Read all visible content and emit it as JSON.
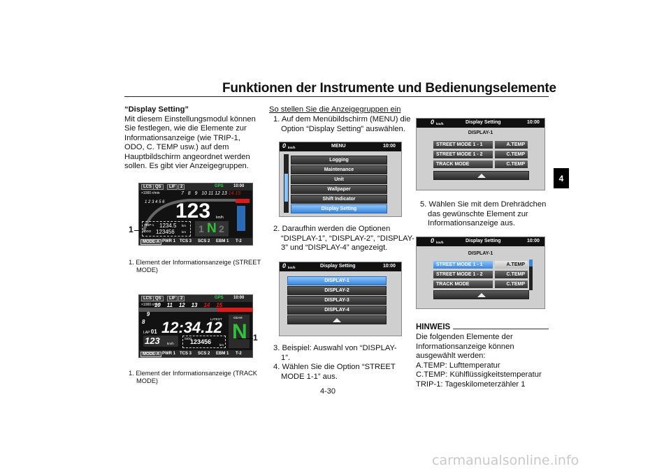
{
  "header": {
    "title": "Funktionen der Instrumente und Bedienungselemente",
    "chapter": "4",
    "page": "4-30"
  },
  "col1": {
    "section_title": "“Display Setting”",
    "paragraph": "Mit diesem Einstellungsmodul können Sie festlegen, wie die Elemente zur Informationsanzeige (wie TRIP-1, ODO, C. TEMP usw.) auf dem Hauptbildschirm angeordnet werden sollen. Es gibt vier Anzeigegruppen.",
    "caption1": "1. Element der Informationsanzeige (STREET MODE)",
    "caption2": "1. Element der Informationsanzeige (TRACK MODE)"
  },
  "col2": {
    "heading": "So stellen Sie die Anzeigegruppen ein",
    "step1": "1. Auf dem Menübildschirm (MENU) die Option “Display Setting” auswählen.",
    "step2": "2. Daraufhin werden die Optionen “DISPLAY-1”, “DISPLAY-2”, “DISPLAY-3” und “DISPLAY-4” angezeigt.",
    "step3": "3. Beispiel: Auswahl von “DISPLAY-1”.",
    "step4": "4. Wählen Sie die Option “STREET MODE 1-1” aus."
  },
  "col3": {
    "step5": "5. Wählen Sie mit dem Drehrädchen das gewünschte Element zur Informationsanzeige aus.",
    "hinweis_title": "HINWEIS",
    "hinweis_lines": [
      "Die folgenden Elemente der Informationsanzeige können ausgewählt werden:",
      "A.TEMP: Lufttemperatur",
      "C.TEMP: Kühlflüssigkeitstemperatur",
      "TRIP-1: Tageskilometerzähler 1"
    ]
  },
  "dash_street": {
    "top": [
      "LCS",
      "QS",
      "LIF",
      "2",
      "GPS",
      "10:00"
    ],
    "rpm_label": "×1000 r/min",
    "ticks": [
      "1",
      "2",
      "3",
      "4",
      "5",
      "6",
      "7",
      "8",
      "9",
      "10",
      "11",
      "12",
      "13",
      "14",
      "15"
    ],
    "speed": "123",
    "speed_unit": "km/h",
    "trip_label": "TRIP-1",
    "trip_value": "1234.5",
    "trip_unit": "km",
    "odo_label": "ODO",
    "odo_value": "123456",
    "odo_unit": "km",
    "gear": "N",
    "gear_left": "1",
    "gear_right": "2",
    "callout": "1",
    "bottom": [
      "MODE-A",
      "PWR 1",
      "TCS 3",
      "SCS 2",
      "EBM 1",
      "T-2"
    ]
  },
  "dash_track": {
    "top": [
      "LCS",
      "QS",
      "LIF",
      "2",
      "GPS",
      "10:00"
    ],
    "rpm_label": "×1000 r/min",
    "ticks": [
      "8",
      "9",
      "10",
      "11",
      "12",
      "13",
      "14",
      "15"
    ],
    "lap_label": "LAP",
    "lap_value": "01",
    "laptime": "12:34.12",
    "latest": "LATEST",
    "gear_label": "GEAR",
    "gear": "N",
    "speed": "123",
    "speed_unit": "km/h",
    "odo_label": "ODO",
    "odo_value": "123456",
    "odo_unit": "km",
    "callout": "1",
    "bottom": [
      "MODE-A",
      "PWR 1",
      "TCS 3",
      "SCS 2",
      "EBM 1",
      "T-2"
    ]
  },
  "screen_menu": {
    "speed": "0",
    "unit": "km/h",
    "title": "MENU",
    "time": "10:00",
    "items": [
      "Logging",
      "Maintenance",
      "Unit",
      "Wallpaper",
      "Shift Indicator",
      "Display Setting"
    ],
    "selected": 5
  },
  "screen_display_list": {
    "speed": "0",
    "unit": "km/h",
    "title": "Display Setting",
    "time": "10:00",
    "items": [
      "DISPLAY-1",
      "DISPLAY-2",
      "DISPLAY-3",
      "DISPLAY-4"
    ],
    "selected": 0
  },
  "screen_display1_a": {
    "speed": "0",
    "unit": "km/h",
    "title": "Display Setting",
    "time": "10:00",
    "subtitle": "DISPLAY-1",
    "rows": [
      {
        "left": "STREET MODE   1 - 1",
        "right": "A.TEMP"
      },
      {
        "left": "STREET MODE   1 - 2",
        "right": "C.TEMP"
      },
      {
        "left": "TRACK MODE",
        "right": "C.TEMP"
      }
    ]
  },
  "screen_display1_b": {
    "speed": "0",
    "unit": "km/h",
    "title": "Display Setting",
    "time": "10:00",
    "subtitle": "DISPLAY-1",
    "rows": [
      {
        "left": "STREET MODE   1 - 1",
        "right": "A.TEMP"
      },
      {
        "left": "STREET MODE   1 - 2",
        "right": "C.TEMP"
      },
      {
        "left": "TRACK MODE",
        "right": "C.TEMP"
      }
    ]
  },
  "watermark": "carmanualsonline.info",
  "colors": {
    "highlight_blue": "#3a86d9",
    "redline": "#e01818",
    "gear_green": "#2fbf3a"
  }
}
